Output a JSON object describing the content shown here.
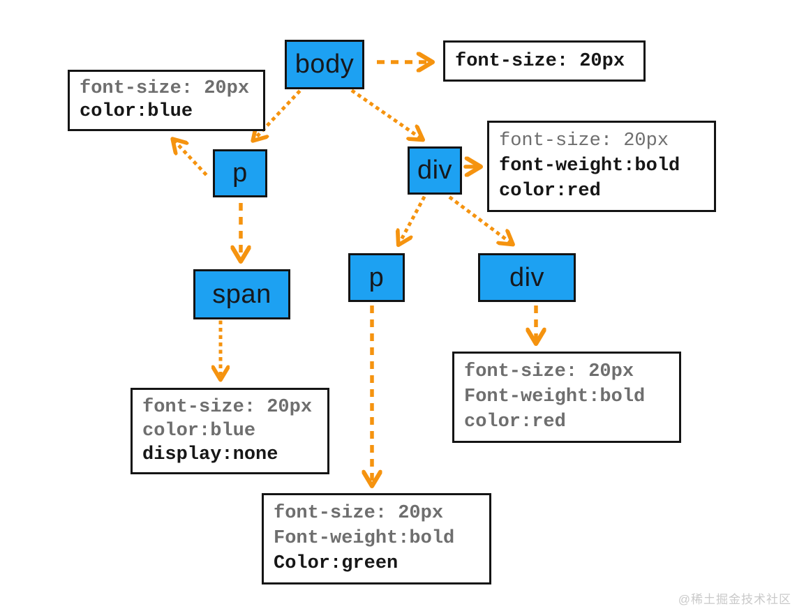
{
  "colors": {
    "node_fill": "#1DA1F2",
    "node_border": "#131313",
    "arrow_orange": "#F5930F",
    "muted_text": "#6e6e6e",
    "dark_text": "#161616"
  },
  "nodes": {
    "body": {
      "label": "body"
    },
    "p1": {
      "label": "p"
    },
    "div1": {
      "label": "div"
    },
    "span1": {
      "label": "span"
    },
    "p2": {
      "label": "p"
    },
    "div2": {
      "label": "div"
    }
  },
  "style_boxes": {
    "body": {
      "line1": "font-size: 20px"
    },
    "p1": {
      "line1": "font-size: 20px",
      "line2": "color:blue"
    },
    "div1": {
      "line1": "font-size: 20px",
      "line2": "font-weight:bold",
      "line3": "color:red"
    },
    "span1": {
      "line1": "font-size: 20px",
      "line2": "color:blue",
      "line3": "display:none"
    },
    "div2": {
      "line1": "font-size: 20px",
      "line2": "Font-weight:bold",
      "line3": "color:red"
    },
    "p2": {
      "line1": "font-size: 20px",
      "line2": "Font-weight:bold",
      "line3": "Color:green"
    }
  },
  "watermark": "@稀土掘金技术社区"
}
